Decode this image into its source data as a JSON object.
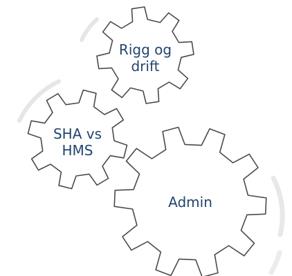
{
  "gears": [
    {
      "id": "rigg",
      "label": "Rigg og\ndrift"
    },
    {
      "id": "sha",
      "label": "SHA vs\nHMS"
    },
    {
      "id": "admin",
      "label": "Admin"
    }
  ],
  "colors": {
    "label": "#22456e",
    "gear_fill": "#ffffff",
    "gear_stroke": "#4a4a4a",
    "arrow": "#e4e4e4"
  }
}
